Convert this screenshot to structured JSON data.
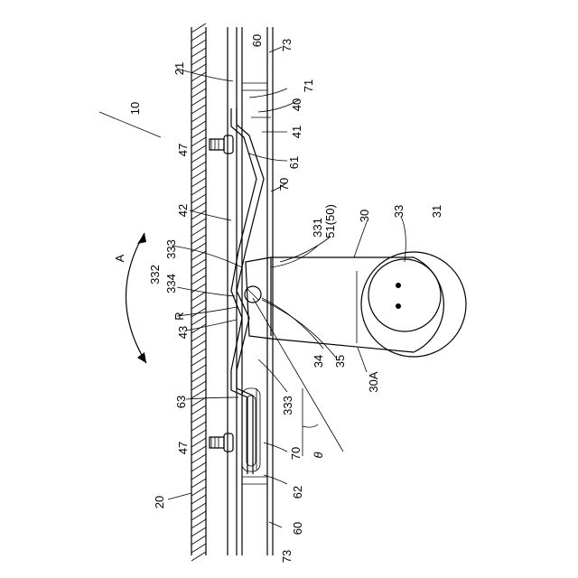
{
  "figure": {
    "labels": {
      "l60a": "60",
      "l73a": "73",
      "l21": "21",
      "l71": "71",
      "l40": "40",
      "l10": "10",
      "l41": "41",
      "l47a": "47",
      "l61": "61",
      "l70a": "70",
      "l42": "42",
      "l331": "331",
      "l5150": "51(50)",
      "l30": "30",
      "l33": "33",
      "l31": "31",
      "l333a": "333",
      "lA": "A",
      "l332": "332",
      "l334": "334",
      "lR": "R",
      "l43": "43",
      "l34": "34",
      "l35": "35",
      "l30A": "30A",
      "l333b": "333",
      "l63": "63",
      "l47b": "47",
      "l70b": "70",
      "ltheta": "θ",
      "l62": "62",
      "l20": "20",
      "l60b": "60",
      "l73b": "73"
    }
  }
}
